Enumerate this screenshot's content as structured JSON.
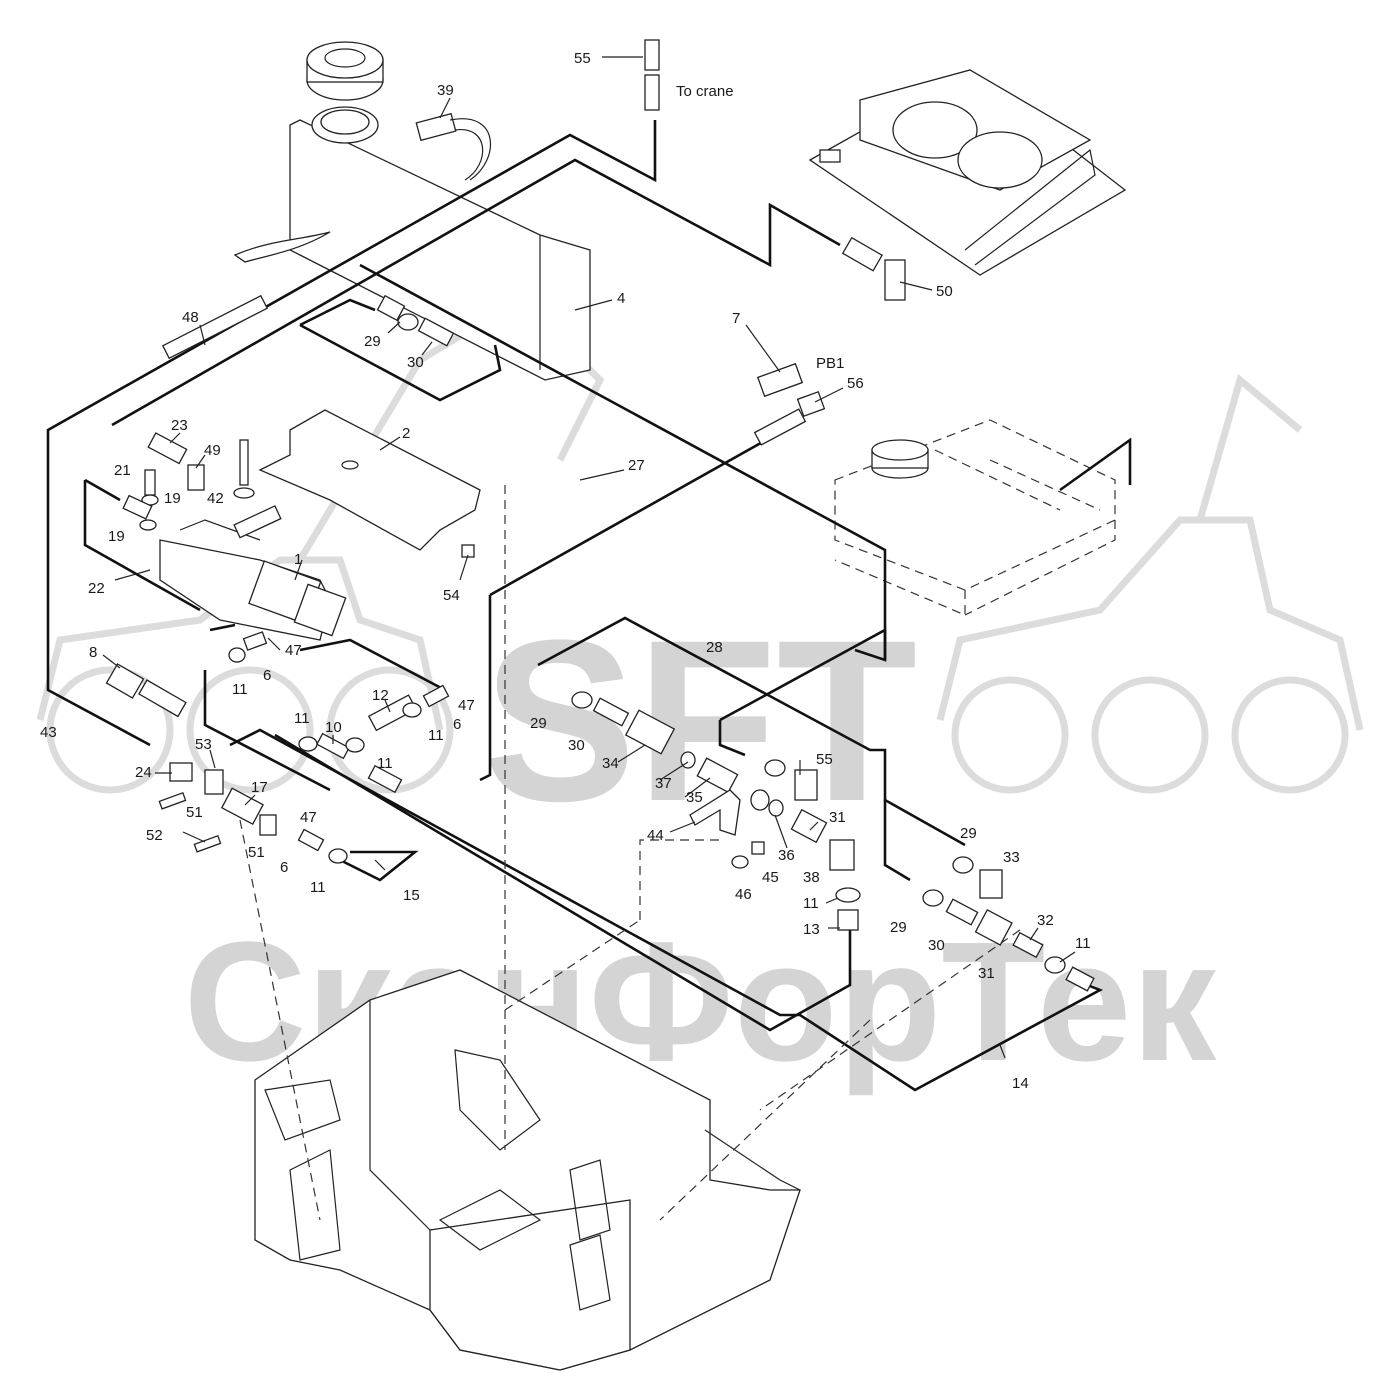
{
  "watermark": {
    "logo_text": "SFT",
    "company_text": "СканФорТек"
  },
  "annotation": {
    "to_crane": "To crane",
    "pb1": "PB1"
  },
  "part_labels": [
    {
      "id": "p55a",
      "text": "55"
    },
    {
      "id": "p39",
      "text": "39"
    },
    {
      "id": "p4",
      "text": "4"
    },
    {
      "id": "p50",
      "text": "50"
    },
    {
      "id": "p48",
      "text": "48"
    },
    {
      "id": "p29a",
      "text": "29"
    },
    {
      "id": "p30a",
      "text": "30"
    },
    {
      "id": "p7",
      "text": "7"
    },
    {
      "id": "p56",
      "text": "56"
    },
    {
      "id": "p23",
      "text": "23"
    },
    {
      "id": "p49",
      "text": "49"
    },
    {
      "id": "p2",
      "text": "2"
    },
    {
      "id": "p21",
      "text": "21"
    },
    {
      "id": "p19a",
      "text": "19"
    },
    {
      "id": "p42",
      "text": "42"
    },
    {
      "id": "p19b",
      "text": "19"
    },
    {
      "id": "p27",
      "text": "27"
    },
    {
      "id": "p22",
      "text": "22"
    },
    {
      "id": "p1",
      "text": "1"
    },
    {
      "id": "p54",
      "text": "54"
    },
    {
      "id": "p28",
      "text": "28"
    },
    {
      "id": "p8",
      "text": "8"
    },
    {
      "id": "p47a",
      "text": "47"
    },
    {
      "id": "p11a",
      "text": "11"
    },
    {
      "id": "p6a",
      "text": "6"
    },
    {
      "id": "p12",
      "text": "12"
    },
    {
      "id": "p47b",
      "text": "47"
    },
    {
      "id": "p6b",
      "text": "6"
    },
    {
      "id": "p11b",
      "text": "11"
    },
    {
      "id": "p29b",
      "text": "29"
    },
    {
      "id": "p30b",
      "text": "30"
    },
    {
      "id": "p43",
      "text": "43"
    },
    {
      "id": "p11c",
      "text": "11"
    },
    {
      "id": "p10",
      "text": "10"
    },
    {
      "id": "p11d",
      "text": "11"
    },
    {
      "id": "p34",
      "text": "34"
    },
    {
      "id": "p55b",
      "text": "55"
    },
    {
      "id": "p53",
      "text": "53"
    },
    {
      "id": "p24",
      "text": "24"
    },
    {
      "id": "p37",
      "text": "37"
    },
    {
      "id": "p17",
      "text": "17"
    },
    {
      "id": "p35",
      "text": "35"
    },
    {
      "id": "p51a",
      "text": "51"
    },
    {
      "id": "p47c",
      "text": "47"
    },
    {
      "id": "p31a",
      "text": "31"
    },
    {
      "id": "p52",
      "text": "52"
    },
    {
      "id": "p44",
      "text": "44"
    },
    {
      "id": "p36",
      "text": "36"
    },
    {
      "id": "p29c",
      "text": "29"
    },
    {
      "id": "p51b",
      "text": "51"
    },
    {
      "id": "p33",
      "text": "33"
    },
    {
      "id": "p6c",
      "text": "6"
    },
    {
      "id": "p45",
      "text": "45"
    },
    {
      "id": "p38",
      "text": "38"
    },
    {
      "id": "p11e",
      "text": "11"
    },
    {
      "id": "p46",
      "text": "46"
    },
    {
      "id": "p15",
      "text": "15"
    },
    {
      "id": "p11f",
      "text": "11"
    },
    {
      "id": "p32",
      "text": "32"
    },
    {
      "id": "p29d",
      "text": "29"
    },
    {
      "id": "p30c",
      "text": "30"
    },
    {
      "id": "p11g",
      "text": "11"
    },
    {
      "id": "p13",
      "text": "13"
    },
    {
      "id": "p31b",
      "text": "31"
    },
    {
      "id": "p14",
      "text": "14"
    }
  ]
}
